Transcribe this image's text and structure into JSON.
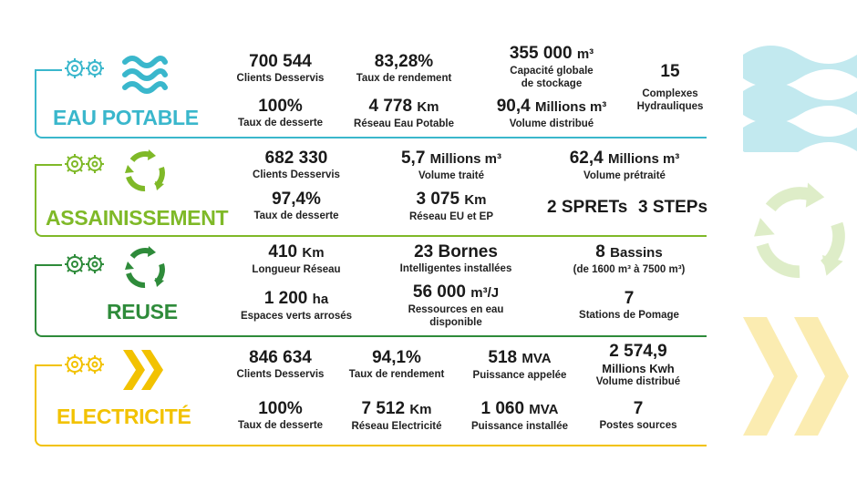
{
  "colors": {
    "eau": "#3ab7cc",
    "assain": "#7fb928",
    "reuse": "#2e8b3a",
    "elec": "#f2c200"
  },
  "icons": [
    "gears-icon",
    "waves-icon",
    "recycle-arrows-icon",
    "chevrons-icon"
  ],
  "eau": {
    "title": "EAU POTABLE",
    "s1v": "700 544",
    "s1l": "Clients Desservis",
    "s2v": "100%",
    "s2l": "Taux de desserte",
    "s3v": "83,28%",
    "s3l": "Taux de rendement",
    "s4v": "4 778",
    "s4u": "Km",
    "s4l": "Réseau Eau Potable",
    "s5v": "355 000",
    "s5u": "m³",
    "s5l1": "Capacité globale",
    "s5l2": "de stockage",
    "s6v": "90,4",
    "s6u": "Millions m³",
    "s6l": "Volume distribué",
    "s7v": "15",
    "s7l1": "Complexes",
    "s7l2": "Hydrauliques"
  },
  "assain": {
    "title": "ASSAINISSEMENT",
    "s1v": "682 330",
    "s1l": "Clients Desservis",
    "s2v": "97,4%",
    "s2l": "Taux de desserte",
    "s3v": "5,7",
    "s3u": "Millions m³",
    "s3l": "Volume traité",
    "s4v": "3 075",
    "s4u": "Km",
    "s4l": "Réseau EU et EP",
    "s5v": "62,4",
    "s5u": "Millions m³",
    "s5l": "Volume prétraité",
    "s6v": "2 SPRETs",
    "s7v": "3 STEPs"
  },
  "reuse": {
    "title": "REUSE",
    "s1v": "410",
    "s1u": "Km",
    "s1l": "Longueur Réseau",
    "s2v": "1 200",
    "s2u": "ha",
    "s2l": "Espaces verts arrosés",
    "s3v": "23 Bornes",
    "s3l": "Intelligentes installées",
    "s4v": "56 000",
    "s4u": "m³/J",
    "s4l1": "Ressources en eau",
    "s4l2": "disponible",
    "s5v": "8",
    "s5u": "Bassins",
    "s5l": "(de 1600 m³ à 7500 m³)",
    "s6v": "7",
    "s6l": "Stations de Pomage"
  },
  "elec": {
    "title": "ELECTRICITÉ",
    "s1v": "846 634",
    "s1l": "Clients Desservis",
    "s2v": "100%",
    "s2l": "Taux de desserte",
    "s3v": "94,1%",
    "s3l": "Taux de rendement",
    "s4v": "7 512",
    "s4u": "Km",
    "s4l": "Réseau Electricité",
    "s5v": "518",
    "s5u": "MVA",
    "s5l": "Puissance appelée",
    "s6v": "1 060",
    "s6u": "MVA",
    "s6l": "Puissance installée",
    "s7v": "2 574,9",
    "s7v2": "Millions Kwh",
    "s7l": "Volume distribué",
    "s8v": "7",
    "s8l": "Postes sources"
  }
}
